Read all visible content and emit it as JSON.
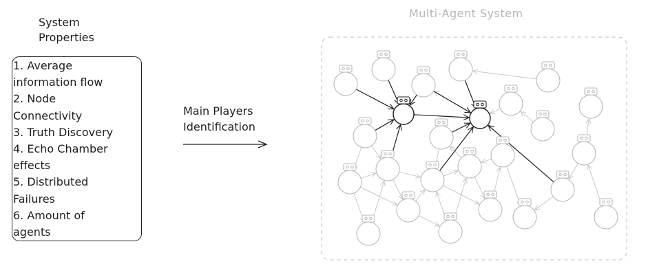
{
  "properties": {
    "title": "System\nProperties",
    "items": [
      "1. Average\ninformation flow",
      "2. Node\nConnectivity",
      "3. Truth Discovery",
      "4. Echo Chamber\neffects",
      "5. Distributed\nFailures",
      "6. Amount of\nagents"
    ]
  },
  "process": {
    "label": "Main Players\nIdentification"
  },
  "mas": {
    "title": "Multi-Agent System"
  },
  "colors": {
    "ink": "#1e1e1e",
    "faint": "#b5b5b5"
  }
}
